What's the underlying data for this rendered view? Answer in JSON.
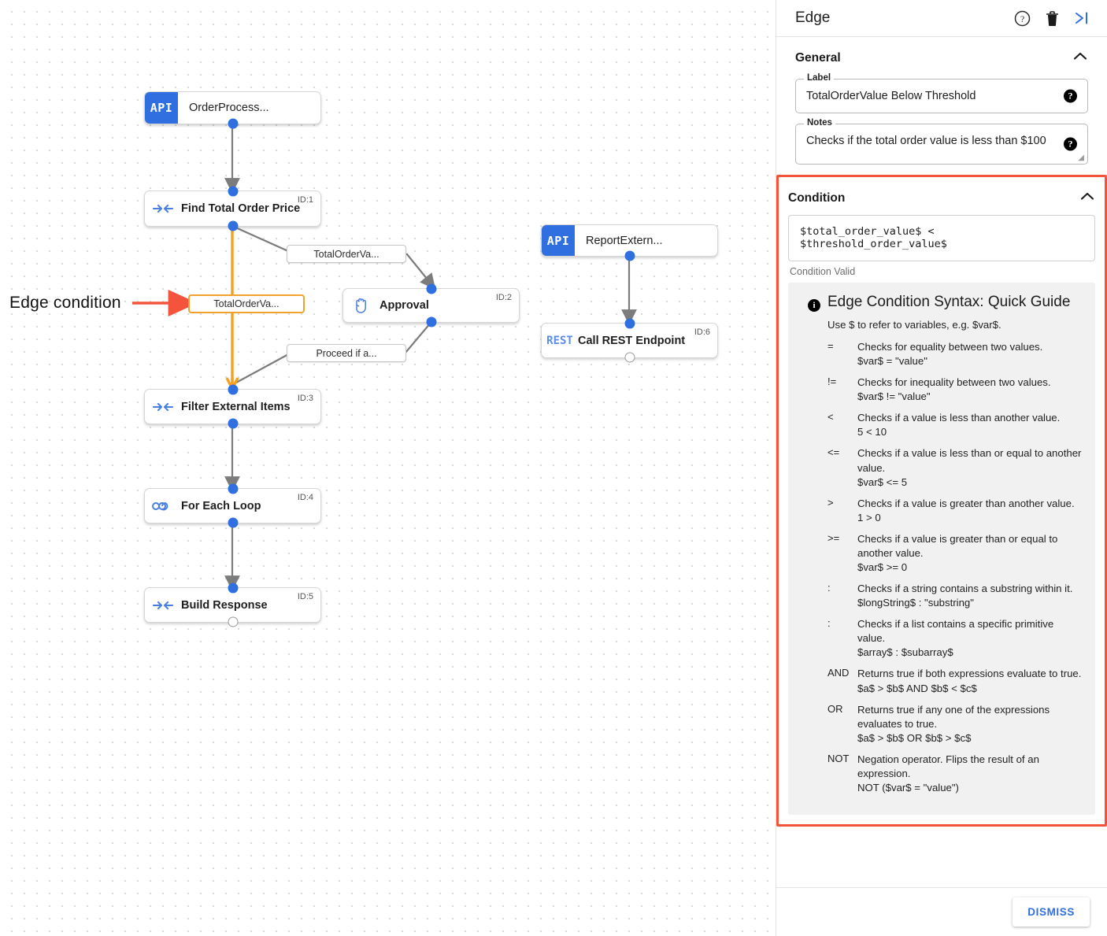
{
  "panel": {
    "title": "Edge",
    "icons": {
      "help": "help-circle-icon",
      "delete": "trash-icon",
      "collapse": "collapse-panel-icon"
    },
    "general": {
      "heading": "General",
      "label_legend": "Label",
      "label_value": "TotalOrderValue Below Threshold",
      "notes_legend": "Notes",
      "notes_value": "Checks if the total order value is less than $100"
    },
    "condition": {
      "heading": "Condition",
      "expression": "$total_order_value$ < $threshold_order_value$",
      "status": "Condition Valid",
      "highlight_color": "#f4543c"
    },
    "guide": {
      "title": "Edge Condition Syntax: Quick Guide",
      "intro": "Use $ to refer to variables, e.g. $var$.",
      "operators": [
        {
          "symbol": "=",
          "description": "Checks for equality between two values.",
          "example": "$var$ = \"value\""
        },
        {
          "symbol": "!=",
          "description": "Checks for inequality between two values.",
          "example": "$var$ != \"value\""
        },
        {
          "symbol": "<",
          "description": "Checks if a value is less than another value.",
          "example": "5 < 10"
        },
        {
          "symbol": "<=",
          "description": "Checks if a value is less than or equal to another value.",
          "example": "$var$ <= 5"
        },
        {
          "symbol": ">",
          "description": "Checks if a value is greater than another value.",
          "example": "1 > 0"
        },
        {
          "symbol": ">=",
          "description": "Checks if a value is greater than or equal to another value.",
          "example": "$var$ >= 0"
        },
        {
          "symbol": ":",
          "description": "Checks if a string contains a substring within it.",
          "example": "$longString$ : \"substring\""
        },
        {
          "symbol": ":",
          "description": "Checks if a list contains a specific primitive value.",
          "example": "$array$ : $subarray$"
        },
        {
          "symbol": "AND",
          "description": "Returns true if both expressions evaluate to true.",
          "example": "$a$ > $b$ AND $b$ < $c$"
        },
        {
          "symbol": "OR",
          "description": "Returns true if any one of the expressions evaluates to true.",
          "example": "$a$ > $b$ OR $b$ > $c$"
        },
        {
          "symbol": "NOT",
          "description": "Negation operator. Flips the result of an expression.",
          "example": "NOT ($var$ = \"value\")"
        }
      ]
    },
    "footer": {
      "dismiss_label": "DISMISS"
    }
  },
  "canvas": {
    "annotation": {
      "text": "Edge condition",
      "arrow_color": "#f4543c"
    },
    "nodes": [
      {
        "id": "",
        "title": "OrderProcess...",
        "badge": "API",
        "icon": "api-badge-icon"
      },
      {
        "id": "ID:1",
        "title": "Find Total Order Price",
        "badge": "",
        "icon": "converging-arrows-icon"
      },
      {
        "id": "ID:2",
        "title": "Approval",
        "badge": "",
        "icon": "hand-icon"
      },
      {
        "id": "ID:3",
        "title": "Filter External Items",
        "badge": "",
        "icon": "converging-arrows-icon"
      },
      {
        "id": "ID:4",
        "title": "For Each Loop",
        "badge": "",
        "icon": "infinity-icon"
      },
      {
        "id": "ID:5",
        "title": "Build Response",
        "badge": "",
        "icon": "converging-arrows-icon"
      },
      {
        "id": "",
        "title": "ReportExtern...",
        "badge": "API",
        "icon": "api-badge-icon"
      },
      {
        "id": "ID:6",
        "title": "Call REST Endpoint",
        "badge": "REST",
        "icon": "rest-badge-icon"
      }
    ],
    "edge_labels": [
      {
        "text": "TotalOrderVa...",
        "selected": false
      },
      {
        "text": "TotalOrderVa...",
        "selected": true
      },
      {
        "text": "Proceed if a...",
        "selected": false
      }
    ]
  }
}
